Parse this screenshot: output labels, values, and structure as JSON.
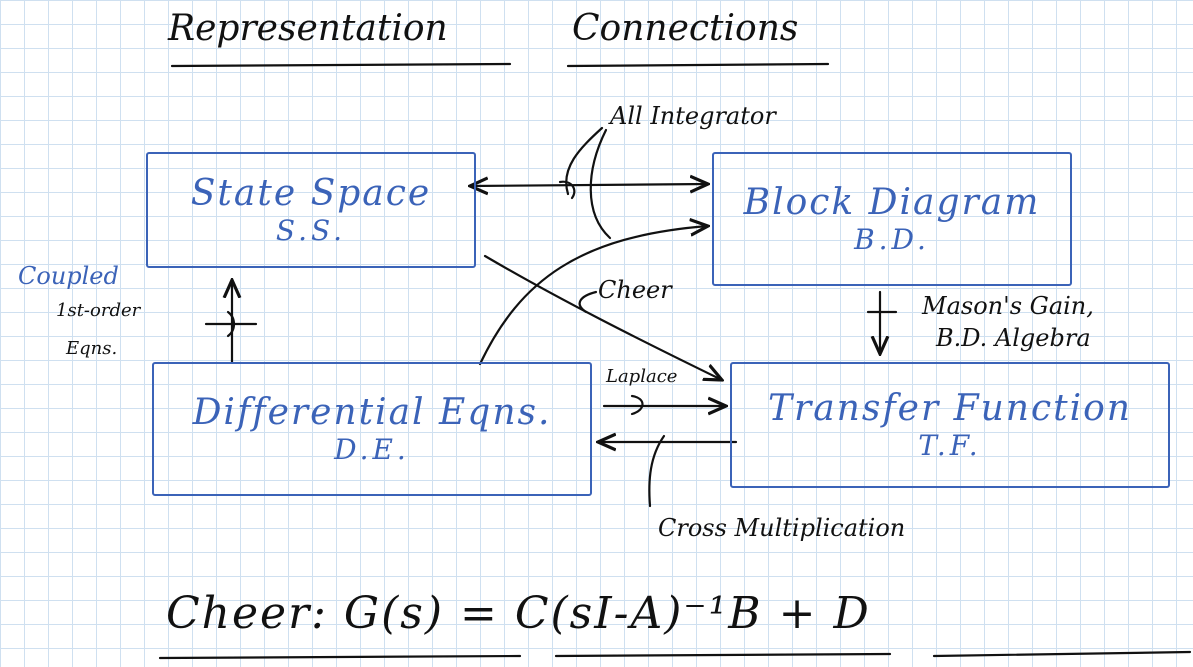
{
  "headings": {
    "left": "Representation",
    "right": "Connections"
  },
  "nodes": {
    "ss": {
      "name": "State Space",
      "abbr": "S.S."
    },
    "bd": {
      "name": "Block Diagram",
      "abbr": "B.D."
    },
    "de": {
      "name": "Differential Eqns.",
      "abbr": "D.E."
    },
    "tf": {
      "name": "Transfer Function",
      "abbr": "T.F."
    }
  },
  "edge_labels": {
    "all_integrator": "All Integrator",
    "cheer": "Cheer",
    "coupled": "Coupled",
    "first_order_line1": "1st-order",
    "first_order_line2": "Eqns.",
    "masons_line1": "Mason's Gain,",
    "masons_line2": "B.D. Algebra",
    "laplace": "Laplace",
    "cross_multiplication": "Cross Multiplication"
  },
  "formula": "Cheer: G(s) = C(sI-A)⁻¹B + D",
  "colors": {
    "ink": "#111111",
    "box": "#3b63b8",
    "grid": "#cfe0f0"
  }
}
